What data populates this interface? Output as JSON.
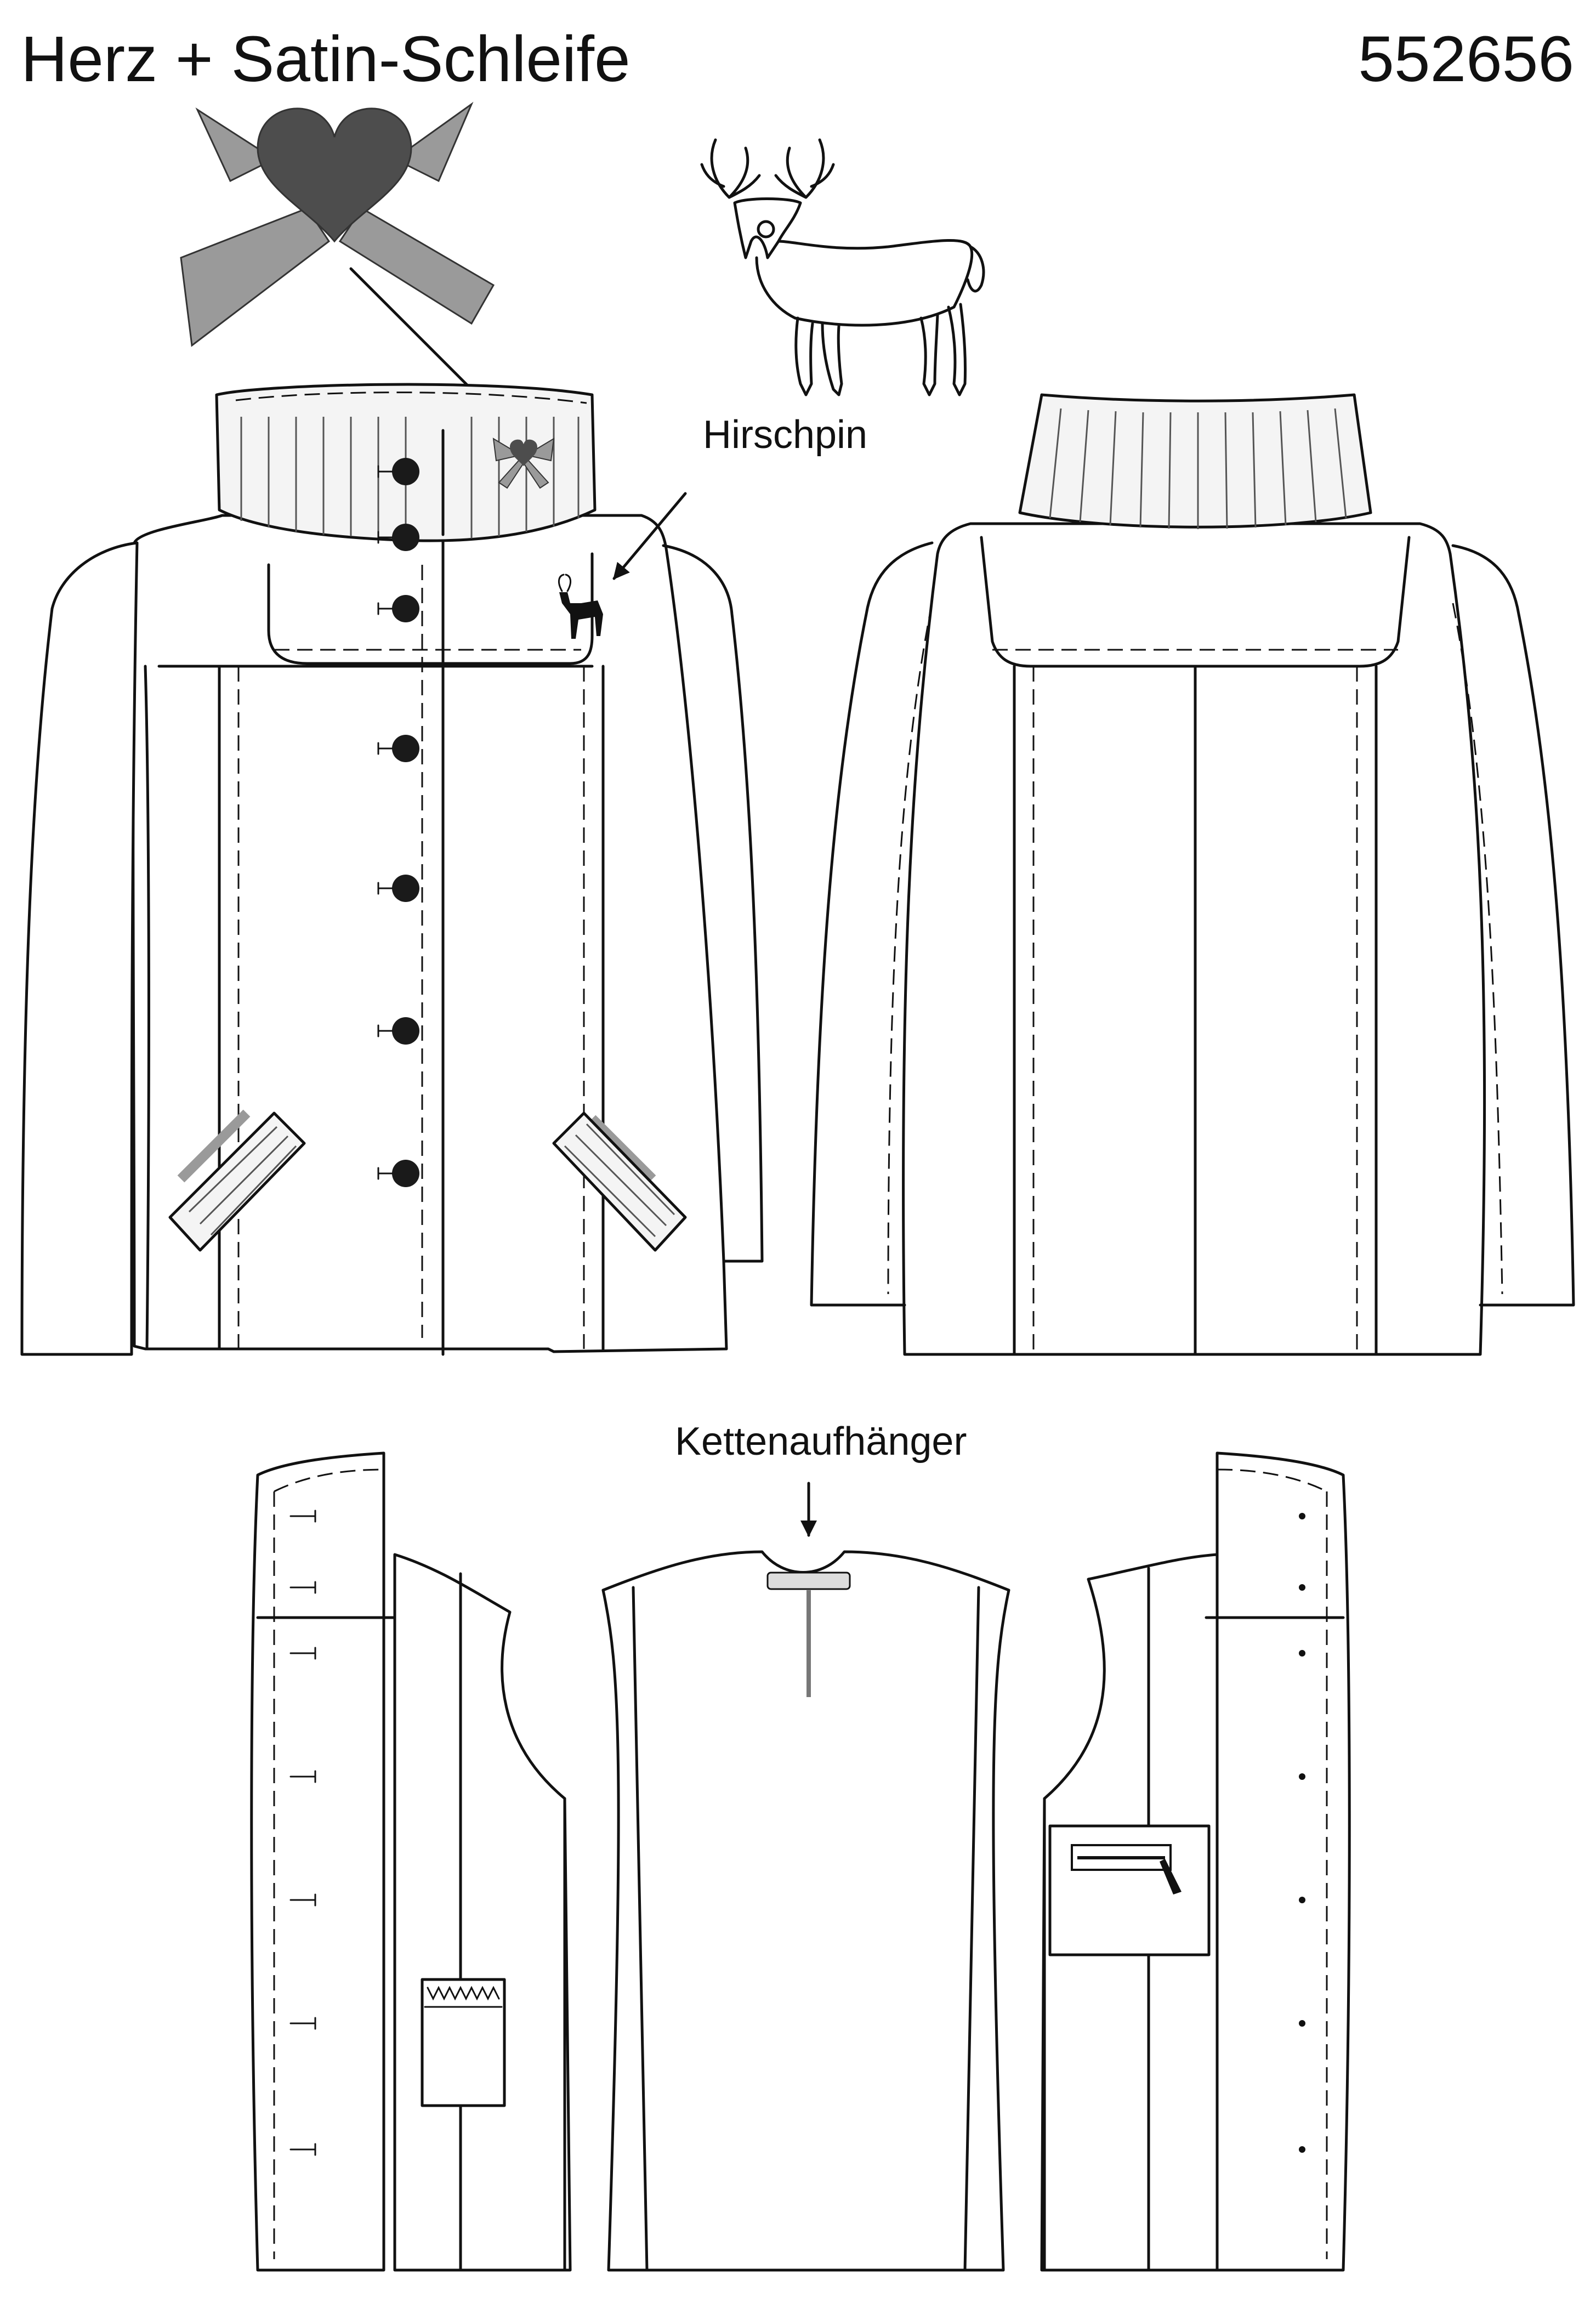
{
  "title": "Herz + Satin-Schleife",
  "article_number": "552656",
  "callouts": {
    "pin": "Hirschpin",
    "chain_loop": "Kettenaufhänger"
  },
  "colors": {
    "line": "#111111",
    "heart": "#4d4d4d",
    "ribbon": "#9a9a9a",
    "rib_fill": "#f4f4f4",
    "button": "#1a1a1a"
  },
  "icons": [
    "heart-bow-icon",
    "deer-icon",
    "arrow-icon",
    "button-icon"
  ]
}
